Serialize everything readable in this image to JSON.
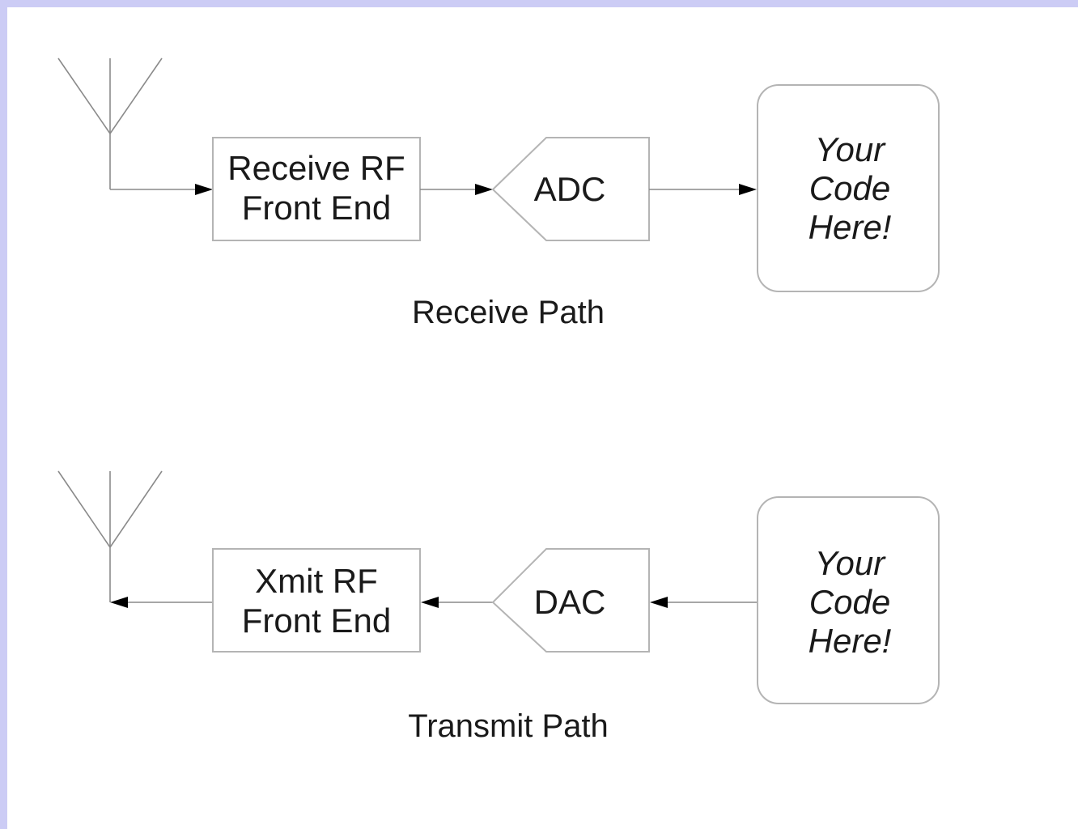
{
  "colors": {
    "frame_border": "#ccccf5",
    "background": "#ffffff",
    "line": "#8a8a8a",
    "box_border": "#b4b4b4",
    "arrowhead": "#000000",
    "text": "#1a1a1a"
  },
  "receive_path": {
    "caption": "Receive Path",
    "rf_block": {
      "line1": "Receive RF",
      "line2": "Front End"
    },
    "converter": "ADC",
    "code_block": {
      "line1": "Your",
      "line2": "Code",
      "line3": "Here!"
    }
  },
  "transmit_path": {
    "caption": "Transmit Path",
    "rf_block": {
      "line1": "Xmit RF",
      "line2": "Front End"
    },
    "converter": "DAC",
    "code_block": {
      "line1": "Your",
      "line2": "Code",
      "line3": "Here!"
    }
  }
}
